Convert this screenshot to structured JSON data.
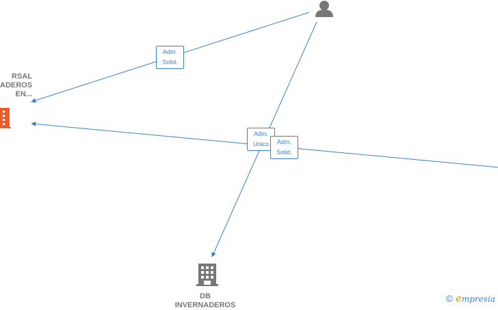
{
  "nodes": {
    "company_left": {
      "label_lines": [
        "RSAL",
        "ADEROS",
        "EN..."
      ]
    },
    "company_bottom": {
      "label_lines": [
        "DB",
        "INVERNADEROS"
      ]
    }
  },
  "edges": [
    {
      "label_lines": [
        "Adm.",
        "Solid."
      ]
    },
    {
      "label_lines": [
        "Adm.",
        "Unico"
      ]
    },
    {
      "label_lines": [
        "Adm.",
        "Solid."
      ]
    }
  ],
  "watermark": {
    "copyright": "©",
    "brand_initial": "e",
    "brand_rest": "mpresia"
  },
  "colors": {
    "edge": "#3a7fcb",
    "highlight_company": "#f05a24",
    "node_gray": "#777777"
  }
}
